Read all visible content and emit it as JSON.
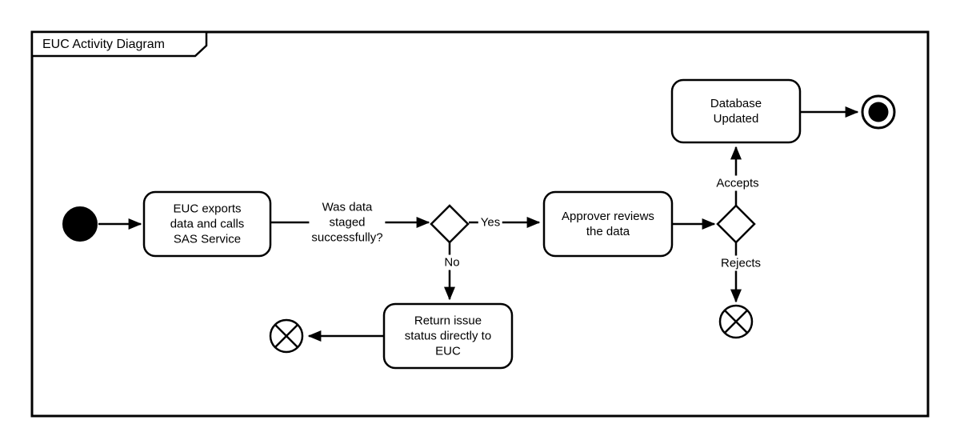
{
  "diagram": {
    "title": "EUC Activity Diagram",
    "colors": {
      "stroke": "#000000",
      "background": "#ffffff",
      "text": "#000000"
    },
    "nodes": {
      "start_event": {
        "kind": "start-event"
      },
      "task_export": {
        "label": "EUC exports\ndata and calls\nSAS Service"
      },
      "gateway_staged": {
        "label": "Was data\nstaged\nsuccessfully?"
      },
      "task_approver": {
        "label": "Approver reviews\nthe data"
      },
      "gateway_approval": {
        "kind": "decision-gateway"
      },
      "task_database": {
        "label": "Database\nUpdated"
      },
      "task_return": {
        "label": "Return issue\nstatus directly to\nEUC"
      },
      "end_event": {
        "kind": "end-event"
      },
      "cancel_end_left": {
        "kind": "cancel-end-event"
      },
      "cancel_end_right": {
        "kind": "cancel-end-event"
      }
    },
    "edge_labels": {
      "yes": "Yes",
      "no": "No",
      "accepts": "Accepts",
      "rejects": "Rejects"
    }
  }
}
